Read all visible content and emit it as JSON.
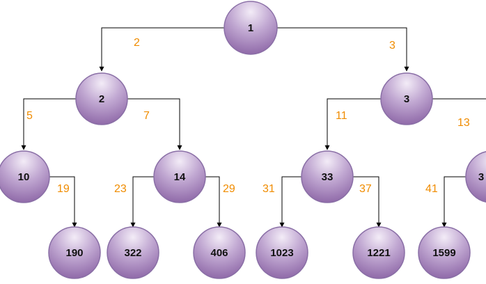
{
  "nodes": {
    "n1": "1",
    "n2": "2",
    "n3": "3",
    "n10": "10",
    "n14": "14",
    "n33": "33",
    "n3x": "3",
    "n190": "190",
    "n322": "322",
    "n406": "406",
    "n1023": "1023",
    "n1221": "1221",
    "n1599": "1599"
  },
  "edges": {
    "e1_2": "2",
    "e1_3": "3",
    "e2_10": "5",
    "e2_14": "7",
    "e3_33": "11",
    "e3_right": "13",
    "e10_190": "19",
    "e14_322": "23",
    "e14_406": "29",
    "e33_1023": "31",
    "e33_1221": "37",
    "e3x_1599": "41"
  },
  "colors": {
    "node_fill_top": "#f1e9f6",
    "node_fill_bottom": "#8e68a8",
    "node_stroke": "#8a6fa6",
    "edge_label": "#f08c00",
    "edge_line": "#000000"
  }
}
